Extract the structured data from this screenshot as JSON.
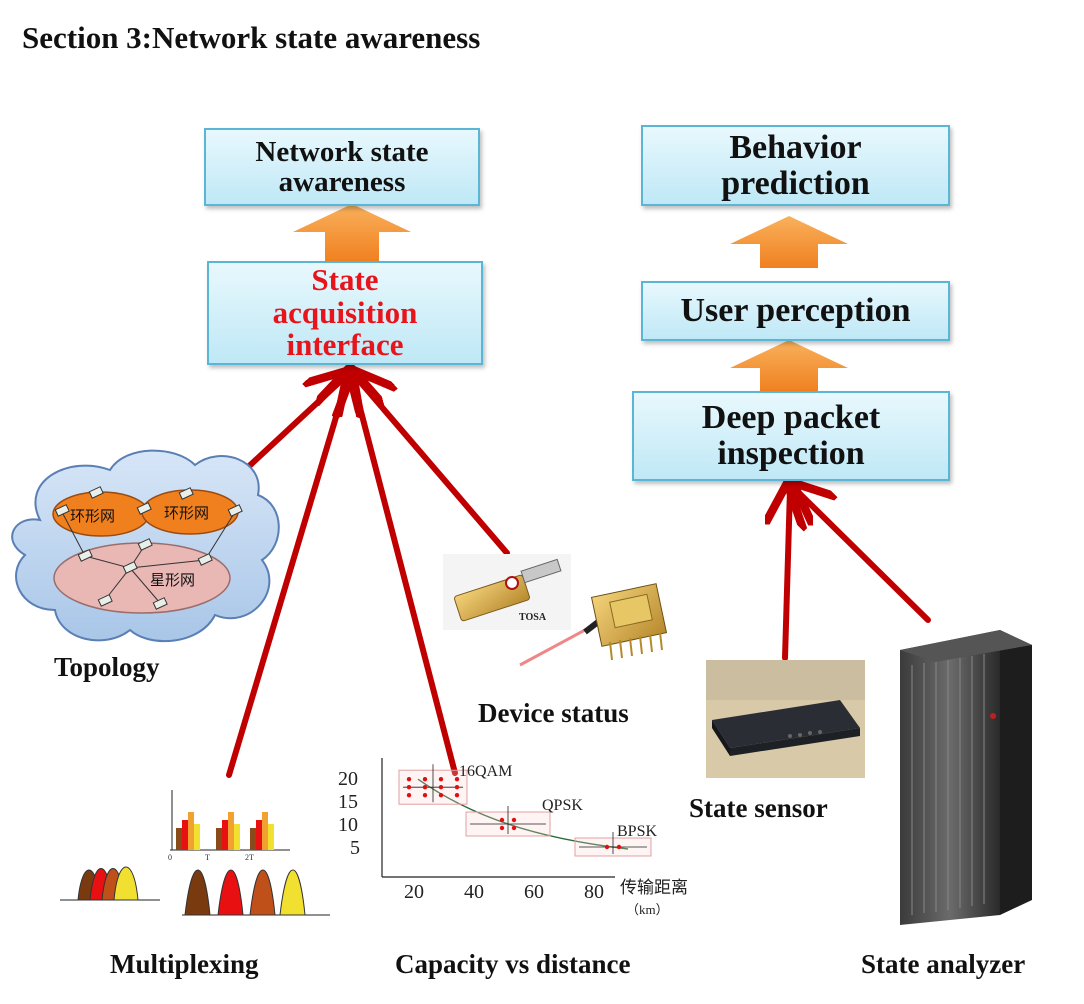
{
  "title": "Section 3:Network state awareness",
  "left_column": {
    "top_box": [
      "Network state",
      "awareness"
    ],
    "middle_box": [
      "State",
      "acquisition",
      "interface"
    ]
  },
  "right_column": {
    "top_box": [
      "Behavior",
      "prediction"
    ],
    "middle_box": "User perception",
    "bottom_box": [
      "Deep packet",
      "inspection"
    ]
  },
  "sources": {
    "topology": "Topology",
    "topology_ring_1": "环形网",
    "topology_ring_2": "环形网",
    "topology_star": "星形网",
    "device_status": "Device status",
    "tosa_label": "TOSA",
    "multiplexing": "Multiplexing",
    "multiplexing_ticks": [
      "0",
      "T",
      "2T"
    ],
    "capacity_vs_distance": "Capacity vs distance",
    "state_sensor": "State sensor",
    "state_analyzer": "State analyzer"
  },
  "chart_data": {
    "type": "scatter",
    "title": "",
    "xlabel": "传输距离",
    "xlabel_unit": "（km）",
    "x_ticks": [
      "20",
      "40",
      "60",
      "80"
    ],
    "y_ticks": [
      "20",
      "15",
      "10",
      "5"
    ],
    "series": [
      {
        "name": "16QAM",
        "x": 25,
        "y": 18
      },
      {
        "name": "QPSK",
        "x": 50,
        "y": 10
      },
      {
        "name": "BPSK",
        "x": 85,
        "y": 5
      }
    ]
  },
  "colors": {
    "box_border": "#5bb6d6",
    "box_fill": "#bfe8f6",
    "arrow_orange": "#f5902a",
    "arrow_red": "#c00000",
    "highlight_text": "#e8141b"
  }
}
